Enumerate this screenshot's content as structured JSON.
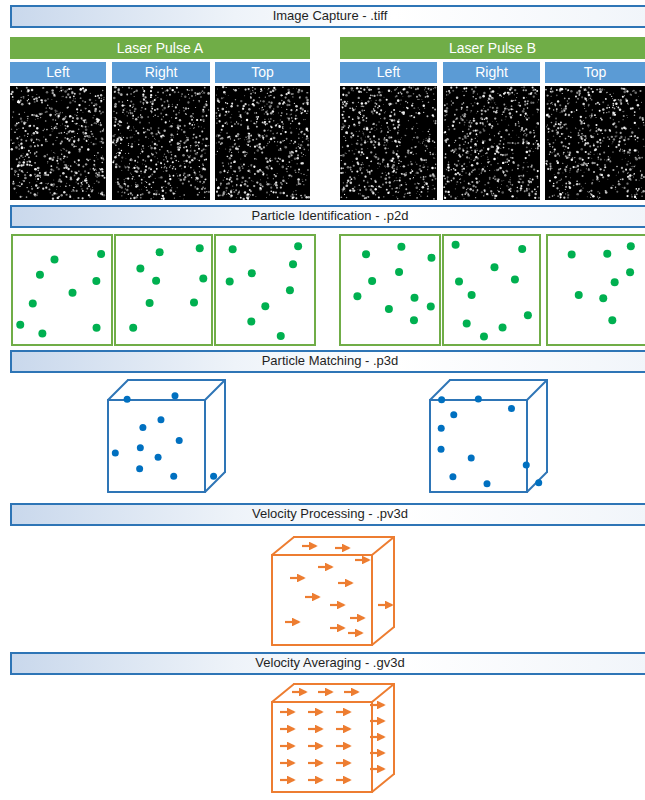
{
  "diagram": {
    "nodes": [
      {
        "text": [
          "Image Capture - .tiff"
        ]
      },
      {
        "text": [
          "Laser Pulse A"
        ]
      },
      {
        "text": [
          "Laser Pulse B"
        ]
      },
      {
        "text": [
          "Left"
        ]
      },
      {
        "text": [
          "Right"
        ]
      },
      {
        "text": [
          "Top"
        ]
      },
      {
        "text": [
          "Left"
        ]
      },
      {
        "text": [
          "Right"
        ]
      },
      {
        "text": [
          "Top"
        ]
      },
      {
        "text": [
          "Particle Identification - .p2d"
        ]
      },
      {
        "text": [
          "Particle Matching - .p3d"
        ]
      },
      {
        "text": [
          "Velocity Processing - .pv3d"
        ]
      },
      {
        "text": [
          "Velocity Averaging - .gv3d"
        ]
      }
    ]
  }
}
